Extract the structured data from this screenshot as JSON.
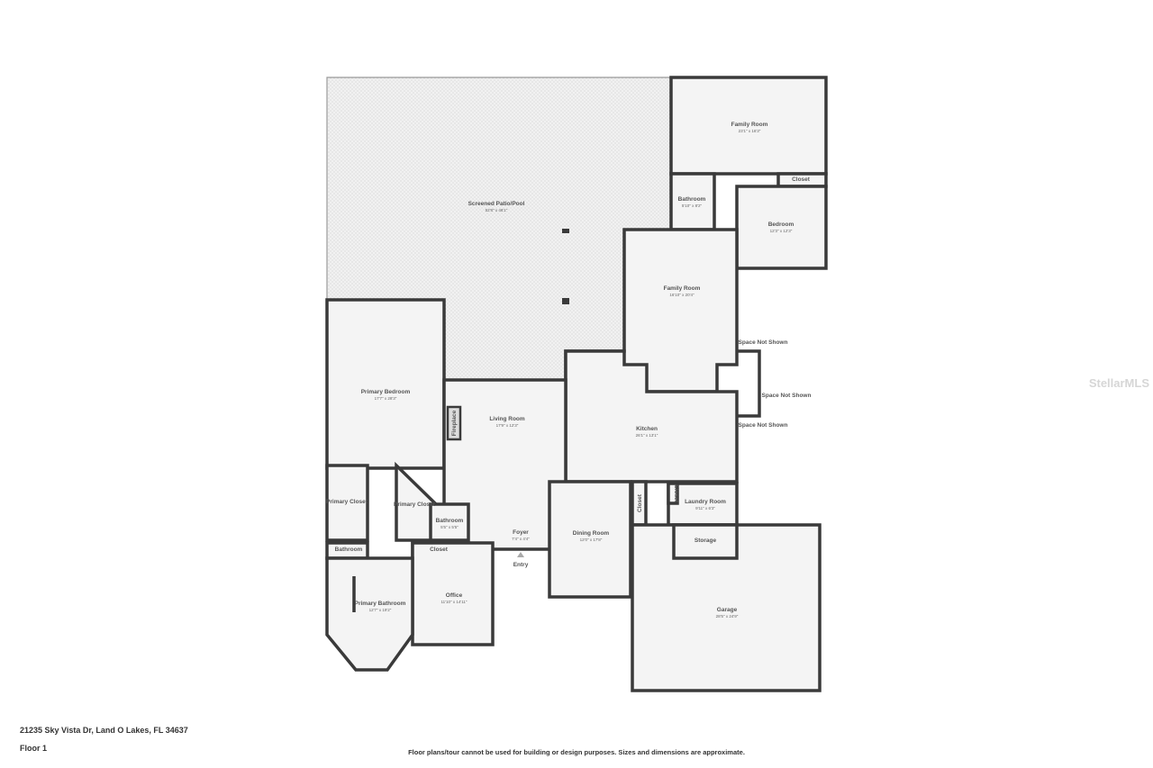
{
  "plan": {
    "address": "21235 Sky Vista Dr, Land O Lakes, FL 34637",
    "floor": "Floor 1",
    "disclaimer": "Floor plans/tour cannot be used for building or design purposes. Sizes and dimensions are approximate.",
    "watermark": "StellarMLS",
    "entry_label": "Entry",
    "rooms": [
      {
        "name": "Screened Patio/Pool",
        "dims": "52'8\" x 46'1\""
      },
      {
        "name": "Family Room",
        "dims": "23'1\" x 16'3\""
      },
      {
        "name": "Bathroom",
        "dims": "5'10\" x 8'2\""
      },
      {
        "name": "Closet",
        "dims": ""
      },
      {
        "name": "Bedroom",
        "dims": "12'3\" x 12'3\""
      },
      {
        "name": "Family Room",
        "dims": "16'10\" x 20'4\""
      },
      {
        "name": "Space Not Shown",
        "dims": ""
      },
      {
        "name": "Space Not Shown",
        "dims": ""
      },
      {
        "name": "Space Not Shown",
        "dims": ""
      },
      {
        "name": "Primary Bedroom",
        "dims": "17'7\" x 28'3\""
      },
      {
        "name": "Living Room",
        "dims": "17'9\" x 12'3\""
      },
      {
        "name": "Fireplace",
        "dims": ""
      },
      {
        "name": "Kitchen",
        "dims": "26'1\" x 13'1\""
      },
      {
        "name": "Primary Closet",
        "dims": ""
      },
      {
        "name": "Primary Closet",
        "dims": ""
      },
      {
        "name": "Bathroom",
        "dims": "5'5\" x 5'5\""
      },
      {
        "name": "Foyer",
        "dims": "7'4\" x 4'4\""
      },
      {
        "name": "Dining Room",
        "dims": "12'0\" x 17'8\""
      },
      {
        "name": "Closet",
        "dims": ""
      },
      {
        "name": "Closet",
        "dims": ""
      },
      {
        "name": "Laundry Room",
        "dims": "9'11\" x 6'3\""
      },
      {
        "name": "Storage",
        "dims": ""
      },
      {
        "name": "Bathroom",
        "dims": ""
      },
      {
        "name": "Closet",
        "dims": ""
      },
      {
        "name": "Primary Bathroom",
        "dims": "12'7\" x 19'2\""
      },
      {
        "name": "Office",
        "dims": "11'10\" x 14'11\""
      },
      {
        "name": "Garage",
        "dims": "28'5\" x 24'9\""
      }
    ]
  }
}
